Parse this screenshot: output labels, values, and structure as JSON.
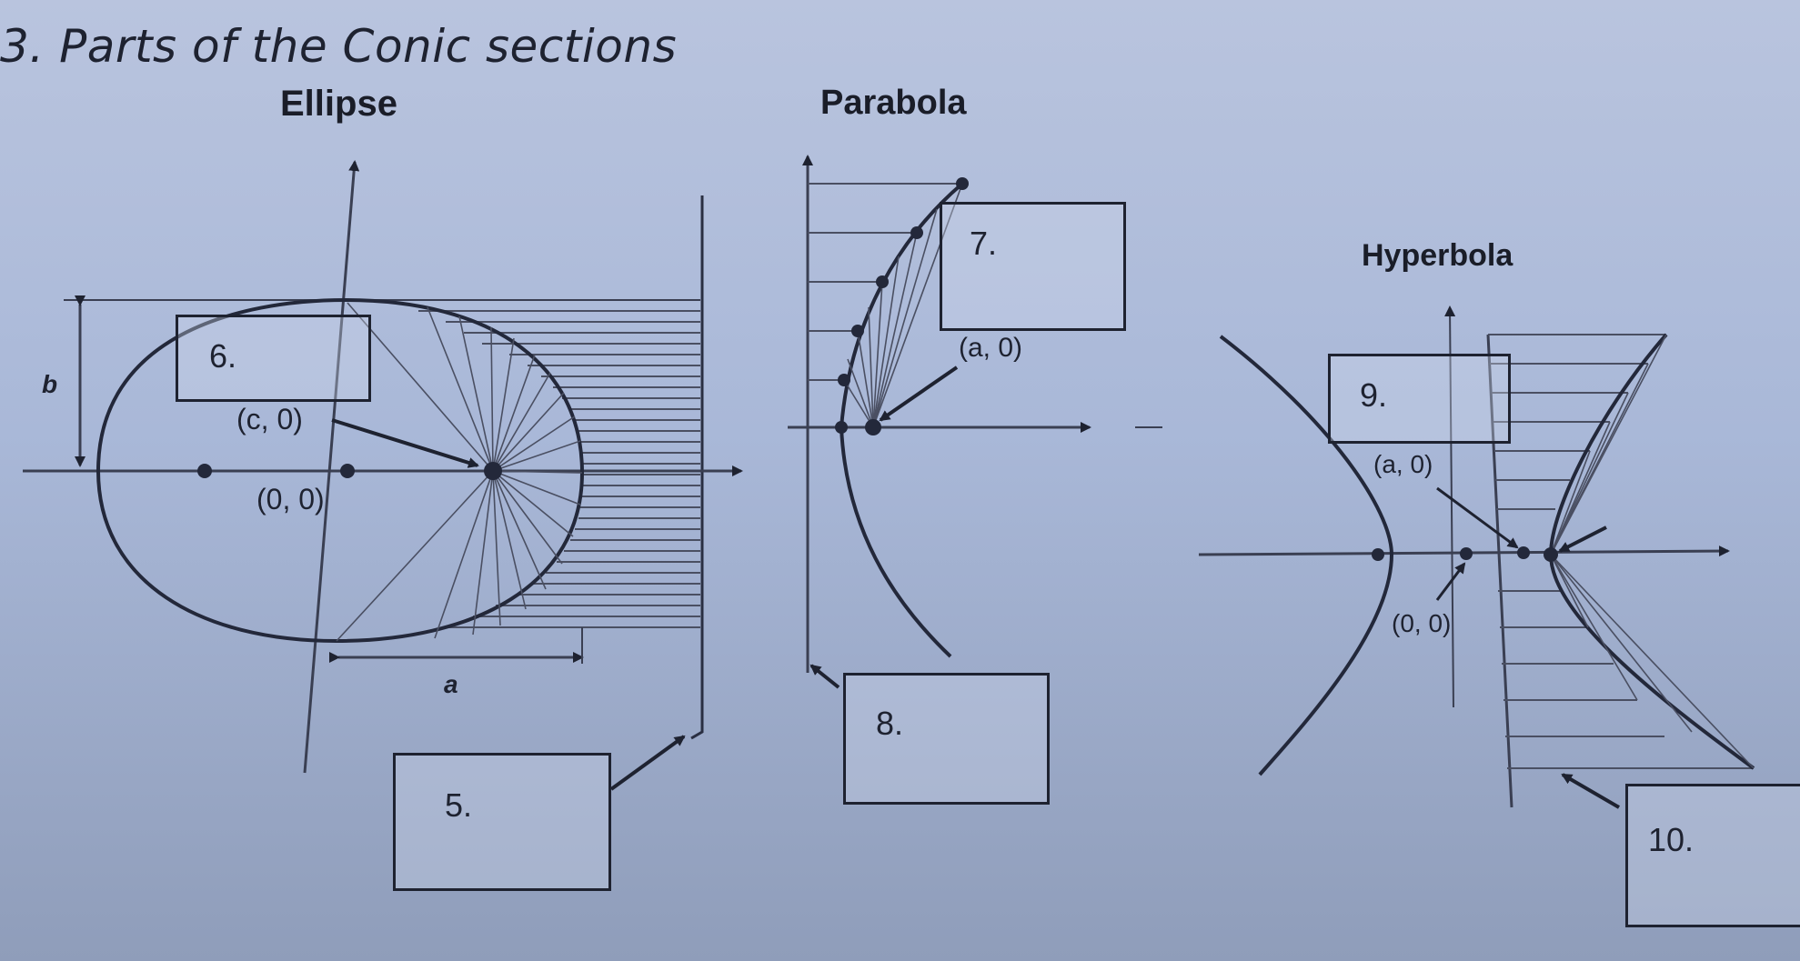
{
  "title": "3. Parts of the Conic sections",
  "sections": {
    "ellipse": {
      "heading": "Ellipse",
      "labels": {
        "c0": "(c, 0)",
        "origin": "(0, 0)",
        "b": "b",
        "a": "a"
      },
      "boxes": {
        "five": "5.",
        "six": "6."
      }
    },
    "parabola": {
      "heading": "Parabola",
      "labels": {
        "a0": "(a, 0)"
      },
      "boxes": {
        "seven": "7.",
        "eight": "8."
      }
    },
    "hyperbola": {
      "heading": "Hyperbola",
      "labels": {
        "a0": "(a, 0)",
        "origin": "(0, 0)"
      },
      "boxes": {
        "nine": "9.",
        "ten": "10."
      }
    }
  },
  "colors": {
    "ink": "#1e2230",
    "line": "#3a3f52",
    "paper": "#b9c4de"
  }
}
